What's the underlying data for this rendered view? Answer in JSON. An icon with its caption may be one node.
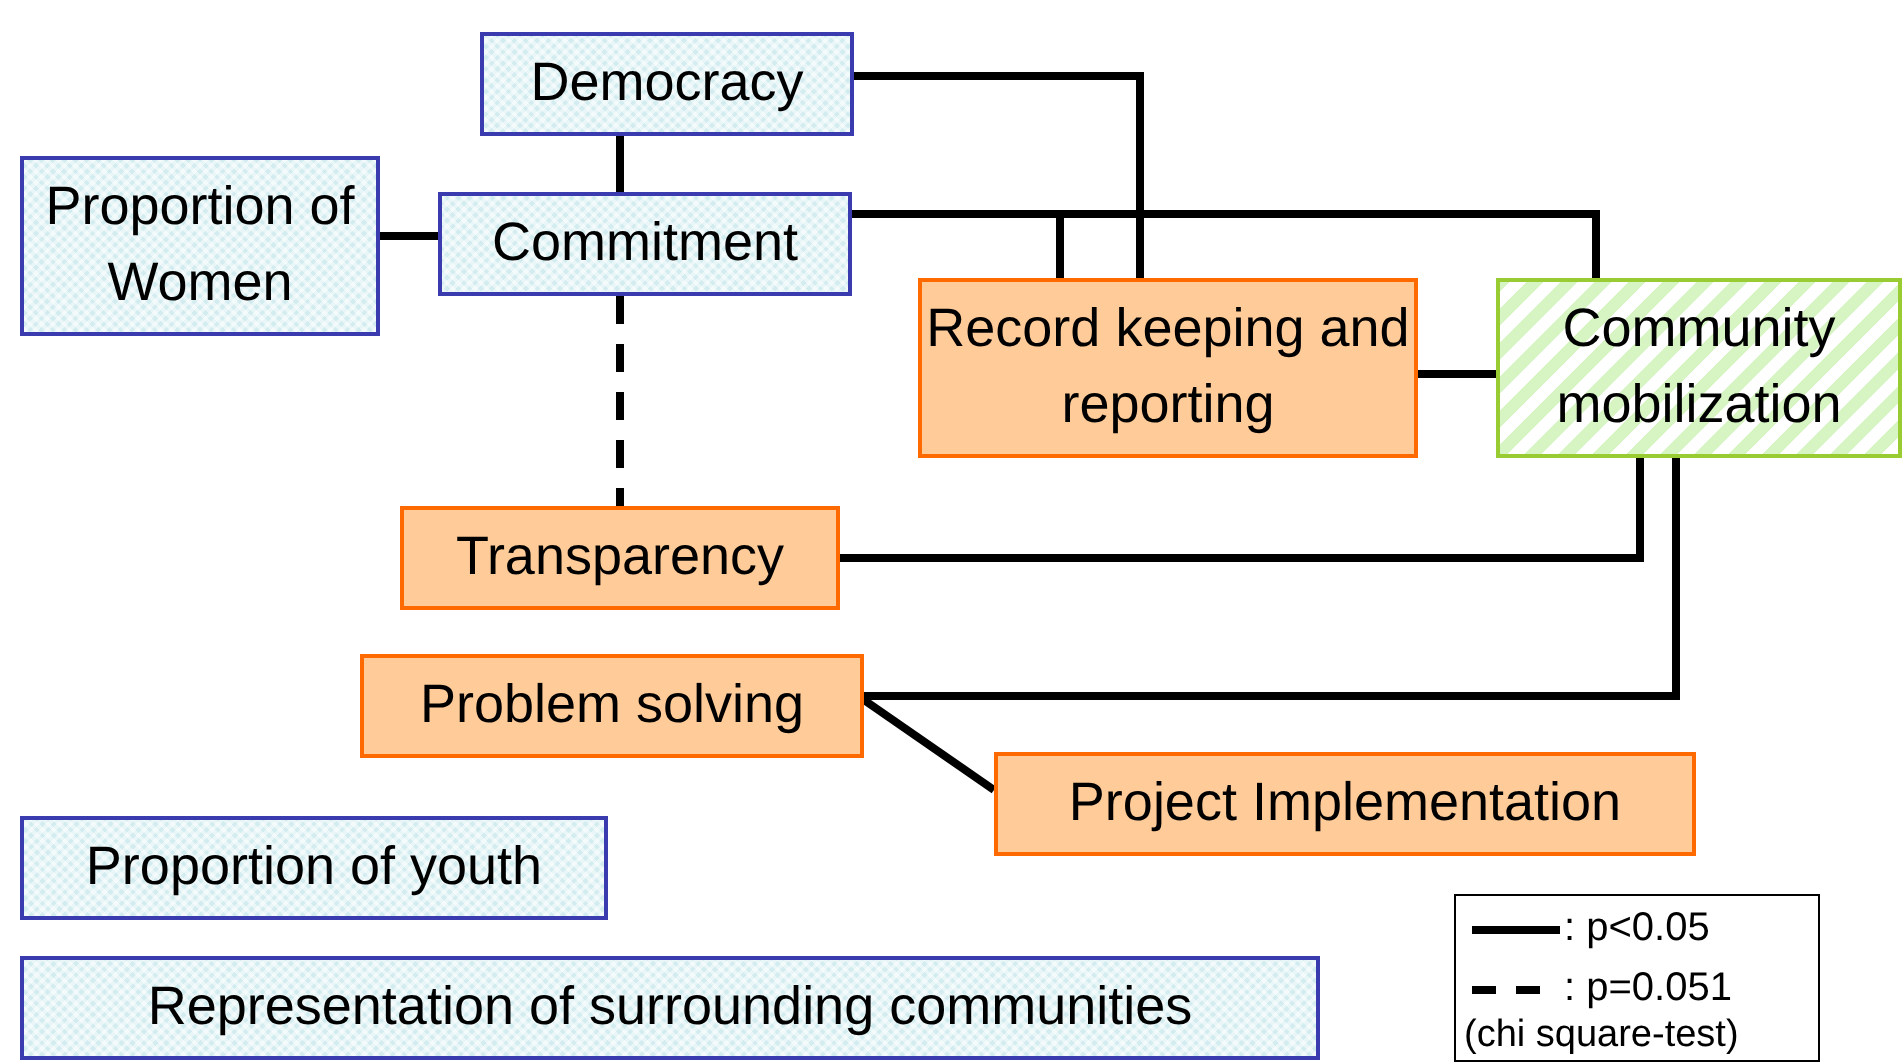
{
  "diagram": {
    "nodes": [
      {
        "text": [
          "Democracy"
        ]
      },
      {
        "text": [
          "Proportion of Women"
        ]
      },
      {
        "text": [
          "Commitment"
        ]
      },
      {
        "text": [
          "Record keeping and reporting"
        ]
      },
      {
        "text": [
          "Community mobilization"
        ]
      },
      {
        "text": [
          "Transparency"
        ]
      },
      {
        "text": [
          "Problem solving"
        ]
      },
      {
        "text": [
          "Project Implementation"
        ]
      },
      {
        "text": [
          "Proportion of youth"
        ]
      },
      {
        "text": [
          "Representation of surrounding communities"
        ]
      }
    ],
    "edges": [
      {
        "from": 0,
        "to": 2,
        "arrow": "none"
      },
      {
        "from": 1,
        "to": 2,
        "arrow": "none"
      },
      {
        "from": 2,
        "to": 5,
        "arrow": "none",
        "style": "dashed"
      },
      {
        "from": 0,
        "to": 3,
        "arrow": "none"
      },
      {
        "from": 2,
        "to": 3,
        "arrow": "none"
      },
      {
        "from": 2,
        "to": 4,
        "arrow": "none"
      },
      {
        "from": 3,
        "to": 4,
        "arrow": "none"
      },
      {
        "from": 5,
        "to": 4,
        "arrow": "none"
      },
      {
        "from": 6,
        "to": 4,
        "arrow": "none"
      },
      {
        "from": 6,
        "to": 7,
        "arrow": "none"
      }
    ],
    "labels": [
      "(chi square-test)"
    ],
    "legend": [
      {
        "text": ": p<0.05"
      },
      {
        "text": ": p=0.051"
      }
    ]
  }
}
